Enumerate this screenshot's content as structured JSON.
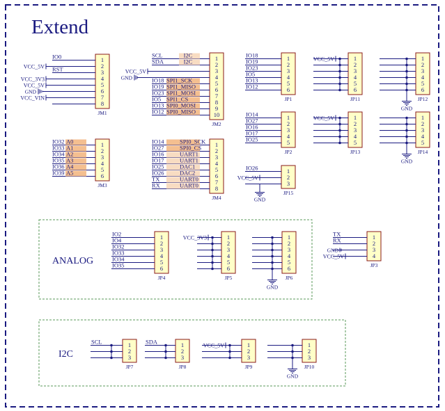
{
  "title": "Extend",
  "group_labels": {
    "analog": "ANALOG",
    "i2c": "I2C"
  },
  "power": {
    "vcc5": "VCC_5V",
    "vcc33": "VCC_3V3",
    "vin": "VCC_VIN",
    "gnd": "GND"
  },
  "connectors": [
    {
      "id": "JM1",
      "ref": "JM1",
      "pins": [
        "1",
        "2",
        "3",
        "4",
        "5",
        "6",
        "7",
        "8"
      ]
    },
    {
      "id": "JM2",
      "ref": "JM2",
      "pins": [
        "1",
        "2",
        "3",
        "4",
        "5",
        "6",
        "7",
        "8",
        "9",
        "10"
      ]
    },
    {
      "id": "JM3",
      "ref": "JM3",
      "pins": [
        "1",
        "2",
        "3",
        "4",
        "5",
        "6"
      ]
    },
    {
      "id": "JM4",
      "ref": "JM4",
      "pins": [
        "1",
        "2",
        "3",
        "4",
        "5",
        "6",
        "7",
        "8"
      ]
    },
    {
      "id": "JP1",
      "ref": "JP1",
      "pins": [
        "1",
        "2",
        "3",
        "4",
        "5",
        "6"
      ]
    },
    {
      "id": "JP11",
      "ref": "JP11",
      "pins": [
        "1",
        "2",
        "3",
        "4",
        "5",
        "6"
      ]
    },
    {
      "id": "JP12",
      "ref": "JP12",
      "pins": [
        "1",
        "2",
        "3",
        "4",
        "5",
        "6"
      ]
    },
    {
      "id": "JP2",
      "ref": "JP2",
      "pins": [
        "1",
        "2",
        "3",
        "4",
        "5"
      ]
    },
    {
      "id": "JP13",
      "ref": "JP13",
      "pins": [
        "1",
        "2",
        "3",
        "4",
        "5"
      ]
    },
    {
      "id": "JP14",
      "ref": "JP14",
      "pins": [
        "1",
        "2",
        "3",
        "4",
        "5"
      ]
    },
    {
      "id": "JP15",
      "ref": "JP15",
      "pins": [
        "1",
        "2",
        "3"
      ]
    },
    {
      "id": "JP4",
      "ref": "JP4",
      "pins": [
        "1",
        "2",
        "3",
        "4",
        "5",
        "6"
      ]
    },
    {
      "id": "JP5",
      "ref": "JP5",
      "pins": [
        "1",
        "2",
        "3",
        "4",
        "5",
        "6"
      ]
    },
    {
      "id": "JP6",
      "ref": "JP6",
      "pins": [
        "1",
        "2",
        "3",
        "4",
        "5",
        "6"
      ]
    },
    {
      "id": "JP3",
      "ref": "JP3",
      "pins": [
        "1",
        "2",
        "3",
        "4"
      ]
    },
    {
      "id": "JP7",
      "ref": "JP7",
      "pins": [
        "1",
        "2",
        "3"
      ]
    },
    {
      "id": "JP8",
      "ref": "JP8",
      "pins": [
        "1",
        "2",
        "3"
      ]
    },
    {
      "id": "JP9",
      "ref": "JP9",
      "pins": [
        "1",
        "2",
        "3"
      ]
    },
    {
      "id": "JP10",
      "ref": "JP10",
      "pins": [
        "1",
        "2",
        "3"
      ]
    }
  ],
  "nets": {
    "jm1": [
      "IO0",
      "VCC_5V",
      "RST",
      "VCC_3V3",
      "VCC_5V",
      "GND",
      "VCC_VIN"
    ],
    "jm2_left": [
      "SCL",
      "SDA",
      "VCC_5V",
      "GND",
      "IO18",
      "IO19",
      "IO23",
      "IO5",
      "IO13",
      "IO12"
    ],
    "jm2_right": [
      "I2C",
      "I2C",
      "SPI1_SCK",
      "SPI1_MISO",
      "SPI1_MOSI",
      "SPI1_CS",
      "SPI0_MOSI",
      "SPI0_MISO"
    ],
    "jm3_left": [
      "IO32",
      "IO33",
      "IO34",
      "IO35",
      "IO36",
      "IO39"
    ],
    "jm3_right": [
      "A0",
      "A1",
      "A2",
      "A3",
      "A4",
      "A5"
    ],
    "jm4_left": [
      "IO14",
      "IO27",
      "IO16",
      "IO17",
      "IO25",
      "IO26",
      "TX",
      "RX"
    ],
    "jm4_right": [
      "SPI0_SCK",
      "SPI0_CS",
      "UART1",
      "UART1",
      "DAC1",
      "DAC2",
      "UART0",
      "UART0"
    ],
    "jp1": [
      "IO18",
      "IO19",
      "IO23",
      "IO5",
      "IO13",
      "IO12"
    ],
    "jp2": [
      "IO14",
      "IO27",
      "IO16",
      "IO17",
      "IO25"
    ],
    "jp15": "IO26",
    "jp4": [
      "IO2",
      "IO4",
      "IO32",
      "IO33",
      "IO34",
      "IO35"
    ],
    "jp3": [
      "TX",
      "RX",
      "GND",
      "VCC_5V"
    ],
    "jp7": "SCL",
    "jp8": "SDA"
  },
  "colors": {
    "border": "#1a1a80",
    "wire": "#1a1a80",
    "header": "#ffffc8",
    "highlight": "#f4bf90",
    "highlight_light": "#f8dcc2",
    "text": "#1a1a80"
  }
}
